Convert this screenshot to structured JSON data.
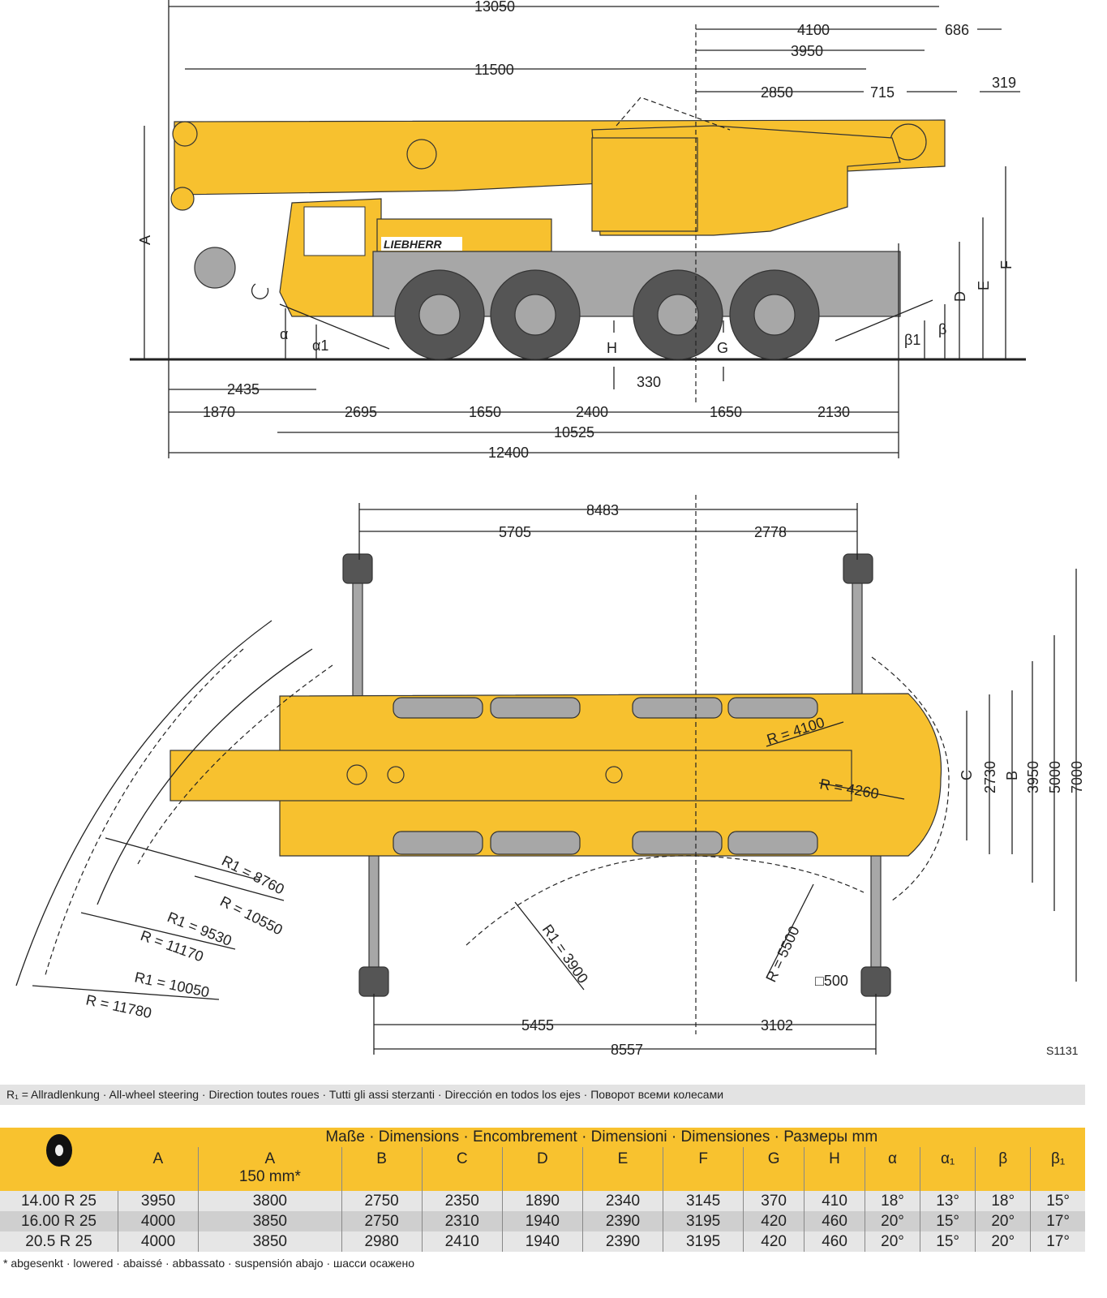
{
  "side_view": {
    "dims_top": {
      "d13050": "13050",
      "d4100": "4100",
      "d686": "686",
      "d3950": "3950",
      "d11500": "11500",
      "d2850": "2850",
      "d715": "715",
      "d319": "319"
    },
    "letters": {
      "A": "A",
      "D": "D",
      "E": "E",
      "F": "F",
      "H": "H",
      "G": "G",
      "alpha": "α",
      "alpha1": "α1",
      "beta": "β",
      "beta1": "β1"
    },
    "dims_bottom": {
      "d2435": "2435",
      "d1870": "1870",
      "d2695": "2695",
      "d1650a": "1650",
      "d2400": "2400",
      "d330": "330",
      "d1650b": "1650",
      "d2130": "2130",
      "d10525": "10525",
      "d12400": "12400"
    },
    "brand": "LIEBHERR"
  },
  "top_view": {
    "dims": {
      "d8483": "8483",
      "d5705": "5705",
      "d2778": "2778",
      "d5455": "5455",
      "d3102": "3102",
      "d8557": "8557",
      "C": "C",
      "d2730": "2730",
      "B": "B",
      "d3950": "3950",
      "d5000": "5000",
      "d7000": "7000",
      "pad": "□500"
    },
    "radii": [
      "R = 4100",
      "R = 4260",
      "R1 = 8760",
      "R = 10550",
      "R1 = 9530",
      "R = 11170",
      "R1 = 10050",
      "R = 11780",
      "R1 = 3900",
      "R = 5500"
    ],
    "code": "S1131"
  },
  "legend": "R₁ =  Allradlenkung · All-wheel steering · Direction toutes roues · Tutti gli assi sterzanti · Dirección en todos los ejes · Поворот всеми колесами",
  "table": {
    "title": "Maße · Dimensions · Encombrement · Dimensioni · Dimensiones · Размеры mm",
    "columns": [
      "A",
      "A",
      "B",
      "C",
      "D",
      "E",
      "F",
      "G",
      "H",
      "α",
      "α₁",
      "β",
      "β₁"
    ],
    "col2_sub": "150 mm*",
    "rows": [
      [
        "14.00 R 25",
        "3950",
        "3800",
        "2750",
        "2350",
        "1890",
        "2340",
        "3145",
        "370",
        "410",
        "18°",
        "13°",
        "18°",
        "15°"
      ],
      [
        "16.00 R 25",
        "4000",
        "3850",
        "2750",
        "2310",
        "1940",
        "2390",
        "3195",
        "420",
        "460",
        "20°",
        "15°",
        "20°",
        "17°"
      ],
      [
        "20.5   R 25",
        "4000",
        "3850",
        "2980",
        "2410",
        "1940",
        "2390",
        "3195",
        "420",
        "460",
        "20°",
        "15°",
        "20°",
        "17°"
      ]
    ],
    "footnote": "* abgesenkt · lowered · abaissé · abbassato · suspensión abajo · шасси осажено"
  }
}
